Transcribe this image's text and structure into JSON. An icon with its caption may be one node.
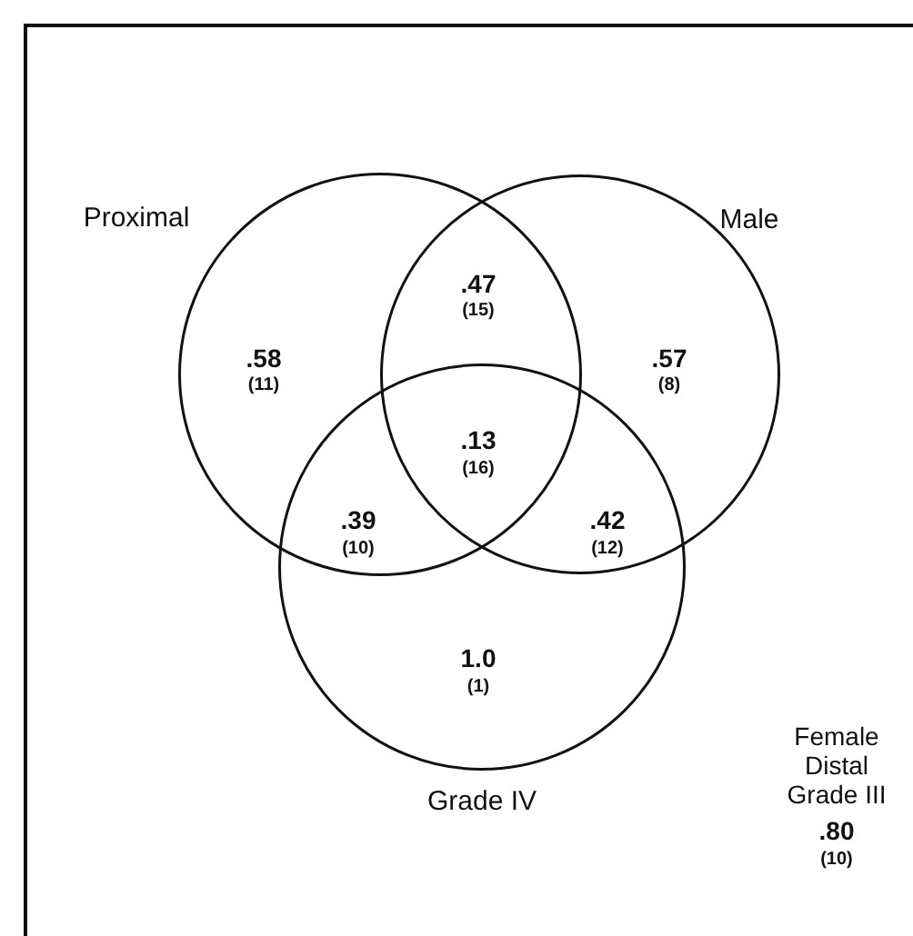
{
  "diagram": {
    "nodes": [
      {
        "text": [
          "Proximal"
        ]
      },
      {
        "text": [
          "Male"
        ]
      },
      {
        "text": [
          "Grade IV"
        ]
      }
    ],
    "labels": [
      ".47",
      "(15)",
      ".58",
      "(11)",
      ".57",
      "(8)",
      ".13",
      "(16)",
      ".39",
      "(10)",
      ".42",
      "(12)",
      "1.0",
      "(1)",
      "Female Distal Grade III",
      ".80",
      "(10)"
    ]
  }
}
